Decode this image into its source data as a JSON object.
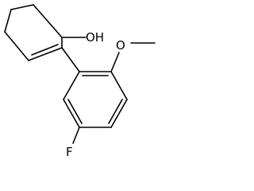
{
  "molecule": {
    "atom_labels": {
      "hydroxyl": "OH",
      "methoxy_oxygen": "O",
      "fluorine": "F"
    },
    "colors": {
      "bond": "#000000",
      "text": "#000000",
      "background": "#ffffff"
    }
  }
}
